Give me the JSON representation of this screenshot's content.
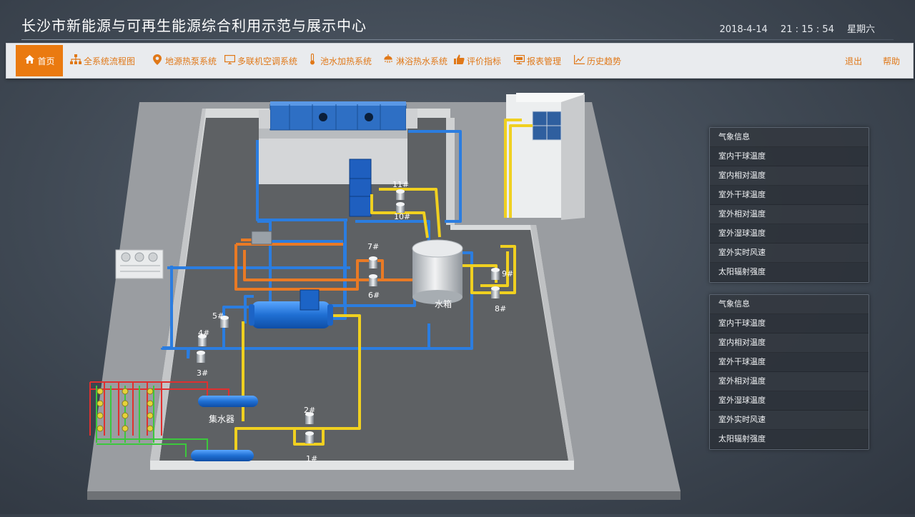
{
  "header": {
    "title": "长沙市新能源与可再生能源综合利用示范与展示中心",
    "date": "2018-4-14",
    "time": "21 : 15 : 54",
    "weekday": "星期六"
  },
  "nav": {
    "items": [
      {
        "label": "首页",
        "icon": "home-icon"
      },
      {
        "label": "全系统流程图",
        "icon": "sitemap-icon"
      },
      {
        "label": "地源热泵系统",
        "icon": "map-pin-icon"
      },
      {
        "label": "多联机空调系统",
        "icon": "monitor-icon"
      },
      {
        "label": "池水加热系统",
        "icon": "thermometer-icon"
      },
      {
        "label": "淋浴热水系统",
        "icon": "shower-icon"
      },
      {
        "label": "评价指标",
        "icon": "thumbs-up-icon"
      },
      {
        "label": "报表管理",
        "icon": "desktop-icon"
      },
      {
        "label": "历史趋势",
        "icon": "trend-chart-icon"
      }
    ],
    "logout": "退出",
    "help": "帮助",
    "active_color": "#ea7a10",
    "text_color": "#e07818"
  },
  "diagram": {
    "pump_labels": [
      "1#",
      "2#",
      "3#",
      "4#",
      "5#",
      "6#",
      "7#",
      "8#",
      "9#",
      "10#",
      "11#"
    ],
    "water_tank_label": "水箱",
    "collector_label": "集水器",
    "pipe_colors": {
      "blue": "#2b7de0",
      "orange": "#e97a25",
      "yellow": "#f0d020",
      "red": "#e03030",
      "green": "#3cc83c"
    }
  },
  "panels": [
    {
      "header": "气象信息",
      "rows": [
        "室内干球温度",
        "室内相对温度",
        "室外干球温度",
        "室外相对温度",
        "室外湿球温度",
        "室外实时风速",
        "太阳辐射强度"
      ]
    },
    {
      "header": "气象信息",
      "rows": [
        "室内干球温度",
        "室内相对温度",
        "室外干球温度",
        "室外相对温度",
        "室外湿球温度",
        "室外实时风速",
        "太阳辐射强度"
      ]
    }
  ]
}
